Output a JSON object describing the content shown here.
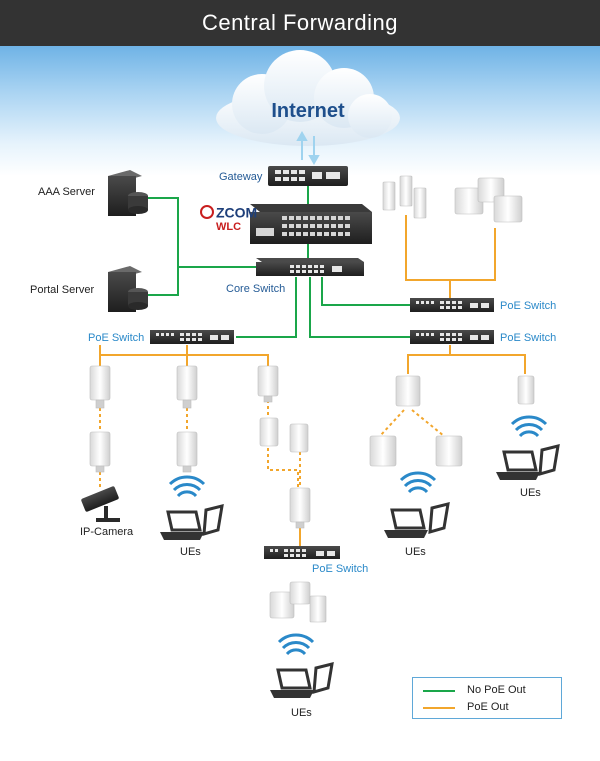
{
  "title": "Central Forwarding",
  "internet": "Internet",
  "logo": {
    "brand": "ZCOM",
    "product": "WLC"
  },
  "labels": {
    "gateway": "Gateway",
    "aaa_server": "AAA Server",
    "portal_server": "Portal Server",
    "core_switch": "Core Switch",
    "poe_switch": "PoE Switch",
    "ip_camera": "IP-Camera",
    "ues": "UEs"
  },
  "legend": [
    {
      "label": "No PoE Out",
      "color": "#1aa64a"
    },
    {
      "label": "PoE Out",
      "color": "#f2a62c"
    }
  ],
  "colors": {
    "title_bar": "#333333",
    "no_poe_line": "#1aa64a",
    "poe_line": "#f2a62c",
    "label_blue": "#2a89c9",
    "internet_text": "#1e4f8c"
  }
}
